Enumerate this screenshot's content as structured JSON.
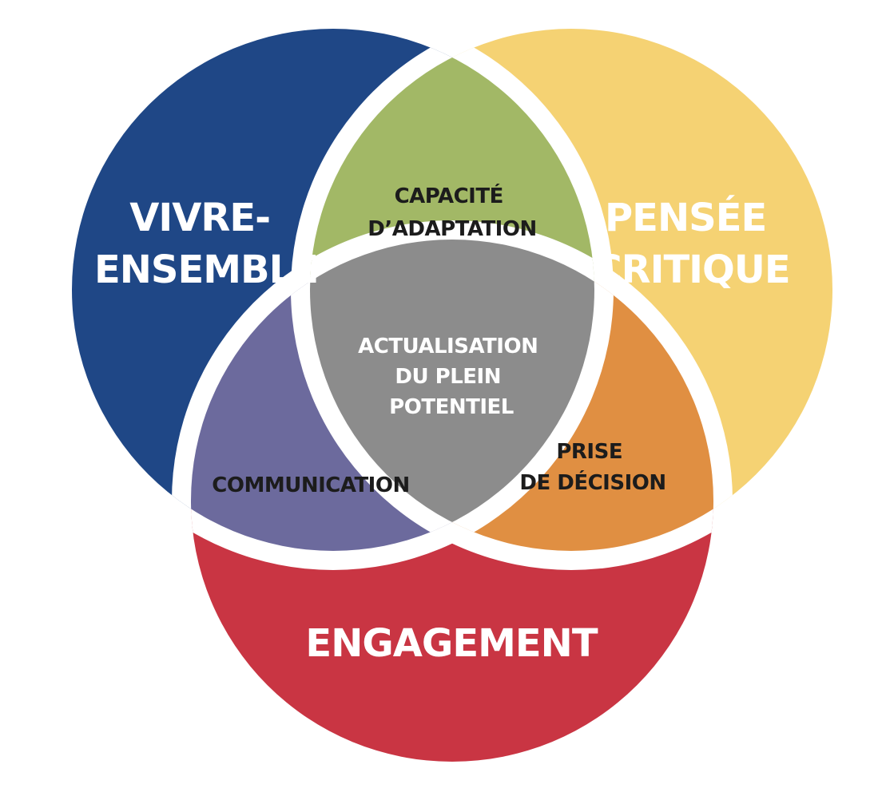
{
  "circles": {
    "vivre_ensemble": {
      "lines": [
        "VIVRE-",
        "ENSEMBLE"
      ],
      "color": "#1f4786"
    },
    "pensee_critique": {
      "lines": [
        "PENSÉE",
        "CRITIQUE"
      ],
      "color": "#f5d273"
    },
    "engagement": {
      "lines": [
        "ENGAGEMENT"
      ],
      "color": "#c93543"
    }
  },
  "intersections": {
    "capacite_adaptation": {
      "lines": [
        "CAPACITÉ",
        "D’ADAPTATION"
      ],
      "color": "#a2b866"
    },
    "communication": {
      "lines": [
        "COMMUNICATION"
      ],
      "color": "#6c6a9d"
    },
    "prise_decision": {
      "lines": [
        "PRISE",
        "DE DÉCISION"
      ],
      "color": "#e08f42"
    },
    "actualisation": {
      "lines": [
        "ACTUALISATION",
        "DU PLEIN",
        "POTENTIEL"
      ],
      "color": "#8c8c8c"
    }
  }
}
